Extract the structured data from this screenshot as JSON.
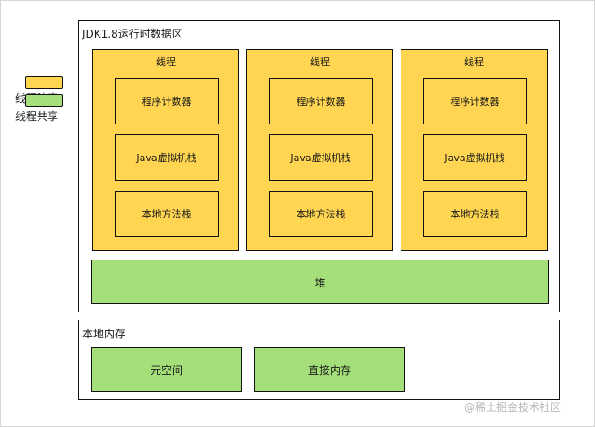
{
  "legend": {
    "thread_private": {
      "label": "线程独享",
      "color": "#ffd551"
    },
    "thread_shared": {
      "label": "线程共享",
      "color": "#a4df79"
    }
  },
  "jdk": {
    "title": "JDK1.8运行时数据区",
    "threads": [
      {
        "title": "线程",
        "items": [
          "程序计数器",
          "Java虚拟机栈",
          "本地方法栈"
        ]
      },
      {
        "title": "线程",
        "items": [
          "程序计数器",
          "Java虚拟机栈",
          "本地方法栈"
        ]
      },
      {
        "title": "线程",
        "items": [
          "程序计数器",
          "Java虚拟机栈",
          "本地方法栈"
        ]
      }
    ],
    "heap": "堆"
  },
  "native": {
    "title": "本地内存",
    "metaspace": "元空间",
    "direct_memory": "直接内存"
  },
  "watermark": "@稀土掘金技术社区"
}
